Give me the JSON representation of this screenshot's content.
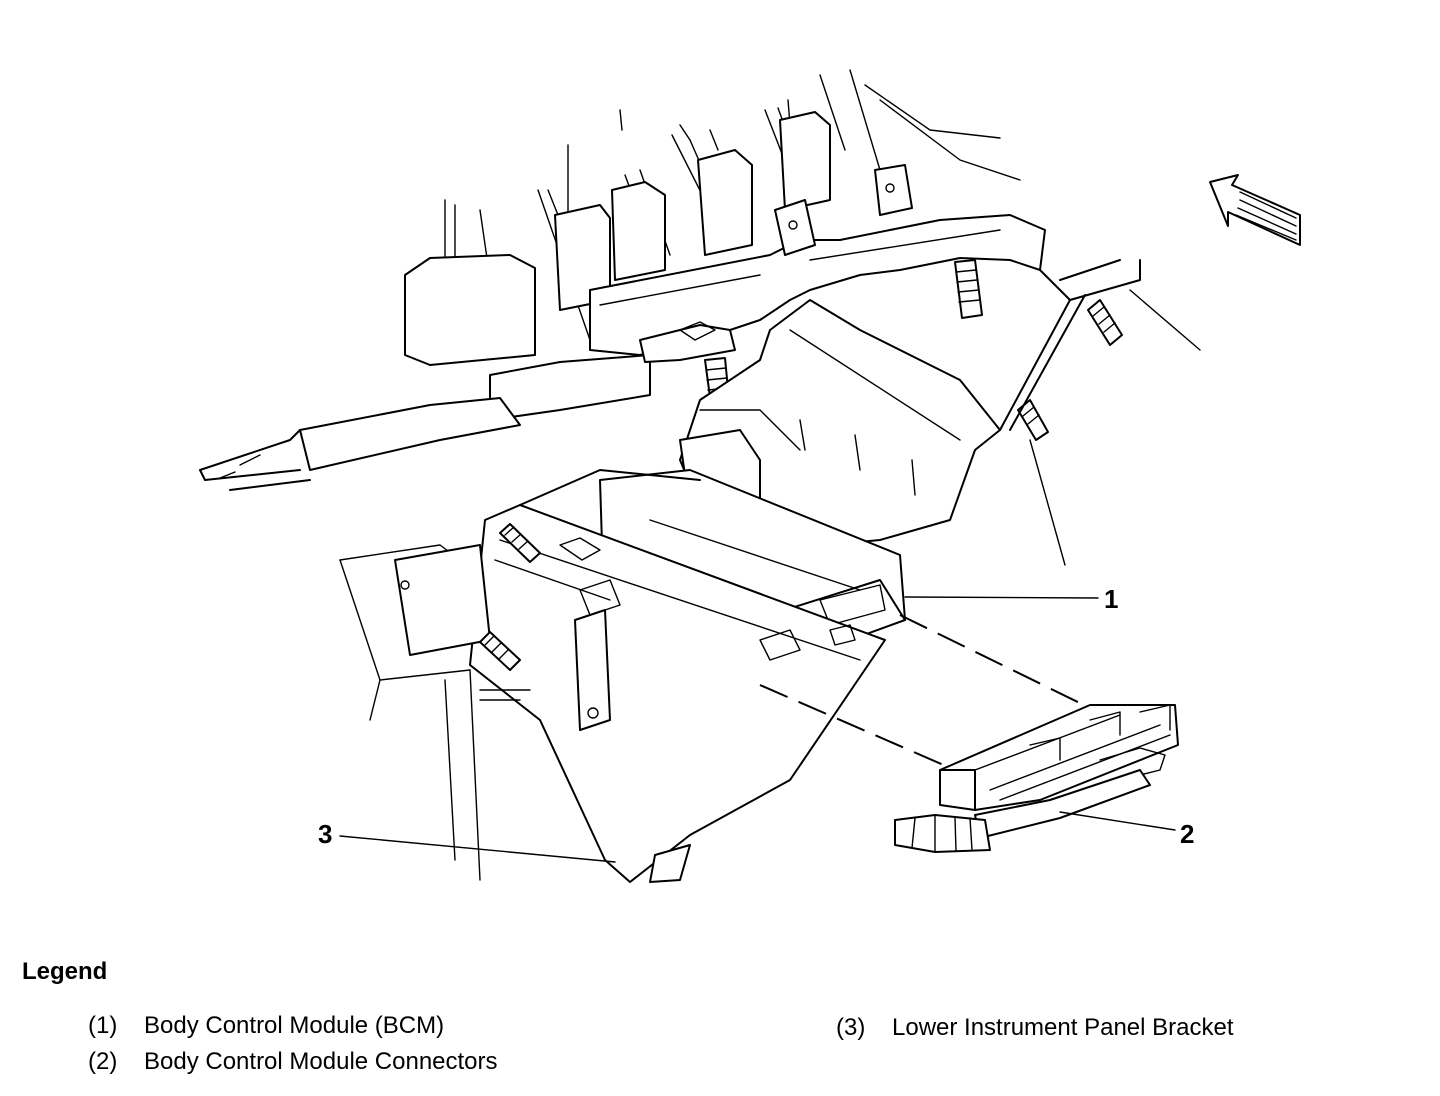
{
  "callouts": {
    "c1": "1",
    "c2": "2",
    "c3": "3"
  },
  "legend": {
    "title": "Legend",
    "items": [
      {
        "number": "(1)",
        "label": "Body Control Module (BCM)"
      },
      {
        "number": "(2)",
        "label": "Body Control Module Connectors"
      },
      {
        "number": "(3)",
        "label": "Lower Instrument Panel Bracket"
      }
    ]
  },
  "icons": {
    "direction": "arrow-icon"
  }
}
